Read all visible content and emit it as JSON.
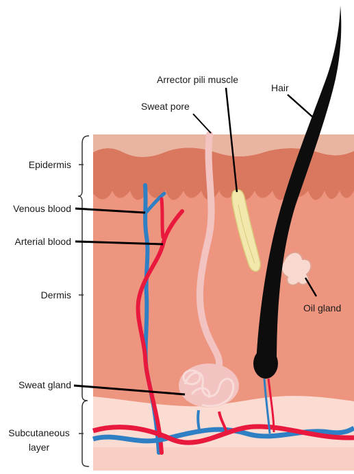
{
  "labels": {
    "epidermis": "Epidermis",
    "venous_blood": "Venous blood",
    "arterial_blood": "Arterial blood",
    "dermis": "Dermis",
    "sweat_gland": "Sweat gland",
    "subcutaneous_line1": "Subcutaneous",
    "subcutaneous_line2": "layer",
    "sweat_pore": "Sweat pore",
    "arrector_pili_muscle": "Arrector pili muscle",
    "hair": "Hair",
    "oil_gland": "Oil gland"
  },
  "colors": {
    "epidermis": "#d9785e",
    "dermis": "#ee957f",
    "subcutaneous": "#fbdcd3",
    "vein": "#2e7fc4",
    "artery": "#e8193c",
    "hair": "#0d0d0d",
    "muscle": "#f2e7ad",
    "gland": "#f3c3c1"
  }
}
